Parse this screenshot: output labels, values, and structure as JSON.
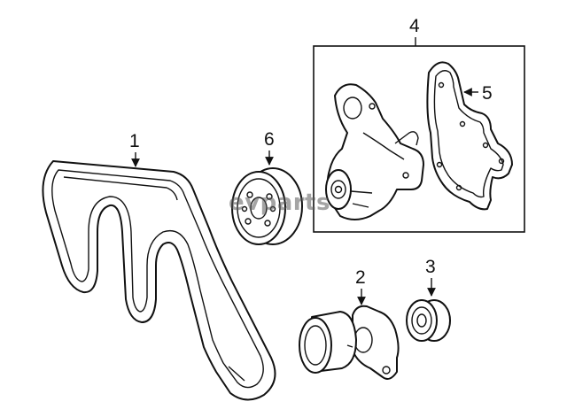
{
  "callouts": [
    {
      "id": "belt",
      "label": "1"
    },
    {
      "id": "tensioner",
      "label": "2"
    },
    {
      "id": "idler",
      "label": "3"
    },
    {
      "id": "water-pump-assembly",
      "label": "4"
    },
    {
      "id": "gasket",
      "label": "5"
    },
    {
      "id": "pulley",
      "label": "6"
    }
  ],
  "watermark": {
    "text": "evparts"
  }
}
